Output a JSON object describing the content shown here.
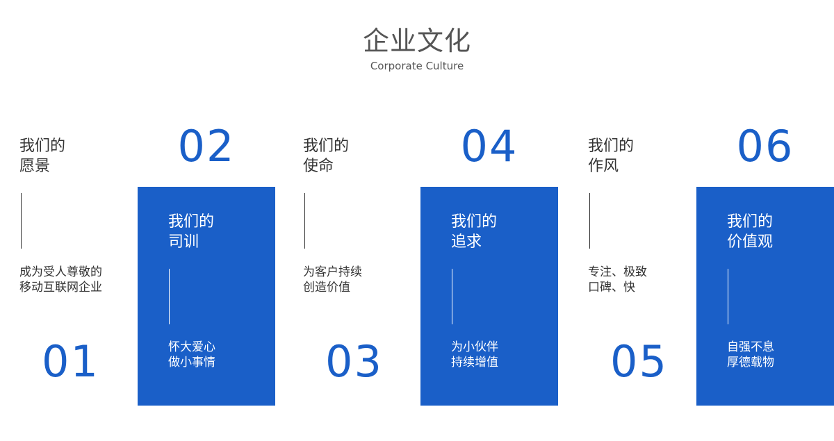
{
  "header": {
    "title": "企业文化",
    "subtitle": "Corporate Culture"
  },
  "cards": [
    {
      "number": "01",
      "heading": "我们的\n愿景",
      "desc": "成为受人尊敬的\n移动互联网企业"
    },
    {
      "number": "02",
      "heading": "我们的\n司训",
      "desc": "怀大爱心\n做小事情"
    },
    {
      "number": "03",
      "heading": "我们的\n使命",
      "desc": "为客户持续\n创造价值"
    },
    {
      "number": "04",
      "heading": "我们的\n追求",
      "desc": "为小伙伴\n持续增值"
    },
    {
      "number": "05",
      "heading": "我们的\n作风",
      "desc": "专注、极致\n口碑、快"
    },
    {
      "number": "06",
      "heading": "我们的\n价值观",
      "desc": "自强不息\n厚德载物"
    }
  ],
  "colors": {
    "accent": "#1a5fc8",
    "text": "#333333",
    "title": "#555555",
    "background": "#ffffff"
  }
}
